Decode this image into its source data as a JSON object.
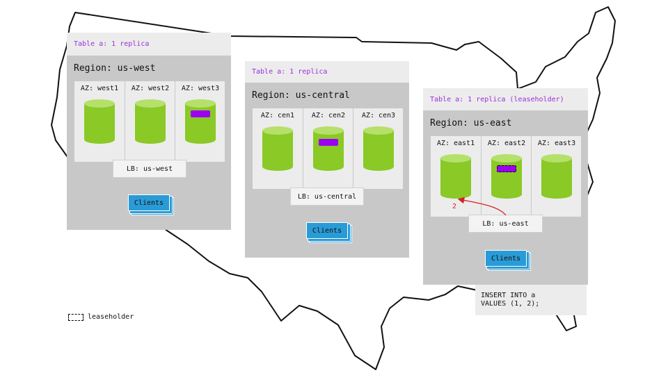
{
  "regions": [
    {
      "table_label": "Table a: 1 replica",
      "region_label": "Region: us-west",
      "azs": [
        {
          "label": "AZ: west1",
          "replica": false,
          "leaseholder": false
        },
        {
          "label": "AZ: west2",
          "replica": false,
          "leaseholder": false
        },
        {
          "label": "AZ: west3",
          "replica": true,
          "leaseholder": false
        }
      ],
      "lb_label": "LB: us-west",
      "clients_label": "Clients"
    },
    {
      "table_label": "Table a: 1 replica",
      "region_label": "Region: us-central",
      "azs": [
        {
          "label": "AZ: cen1",
          "replica": false,
          "leaseholder": false
        },
        {
          "label": "AZ: cen2",
          "replica": true,
          "leaseholder": false
        },
        {
          "label": "AZ: cen3",
          "replica": false,
          "leaseholder": false
        }
      ],
      "lb_label": "LB: us-central",
      "clients_label": "Clients"
    },
    {
      "table_label": "Table a: 1 replica (leaseholder)",
      "region_label": "Region: us-east",
      "azs": [
        {
          "label": "AZ: east1",
          "replica": false,
          "leaseholder": false
        },
        {
          "label": "AZ: east2",
          "replica": true,
          "leaseholder": true
        },
        {
          "label": "AZ: east3",
          "replica": false,
          "leaseholder": false
        }
      ],
      "lb_label": "LB: us-east",
      "clients_label": "Clients"
    }
  ],
  "arrow_label": "2",
  "sql": {
    "line1": "INSERT INTO a",
    "line2": "VALUES (1, 2);"
  },
  "legend": {
    "label": "leaseholder"
  },
  "colors": {
    "node_green": "#8ac926",
    "node_top": "#b5e06a",
    "replica_purple": "#9b00f0",
    "clients_blue": "#2a9bd6",
    "arrow_red": "#d62020",
    "header_purple": "#9b30d9"
  }
}
